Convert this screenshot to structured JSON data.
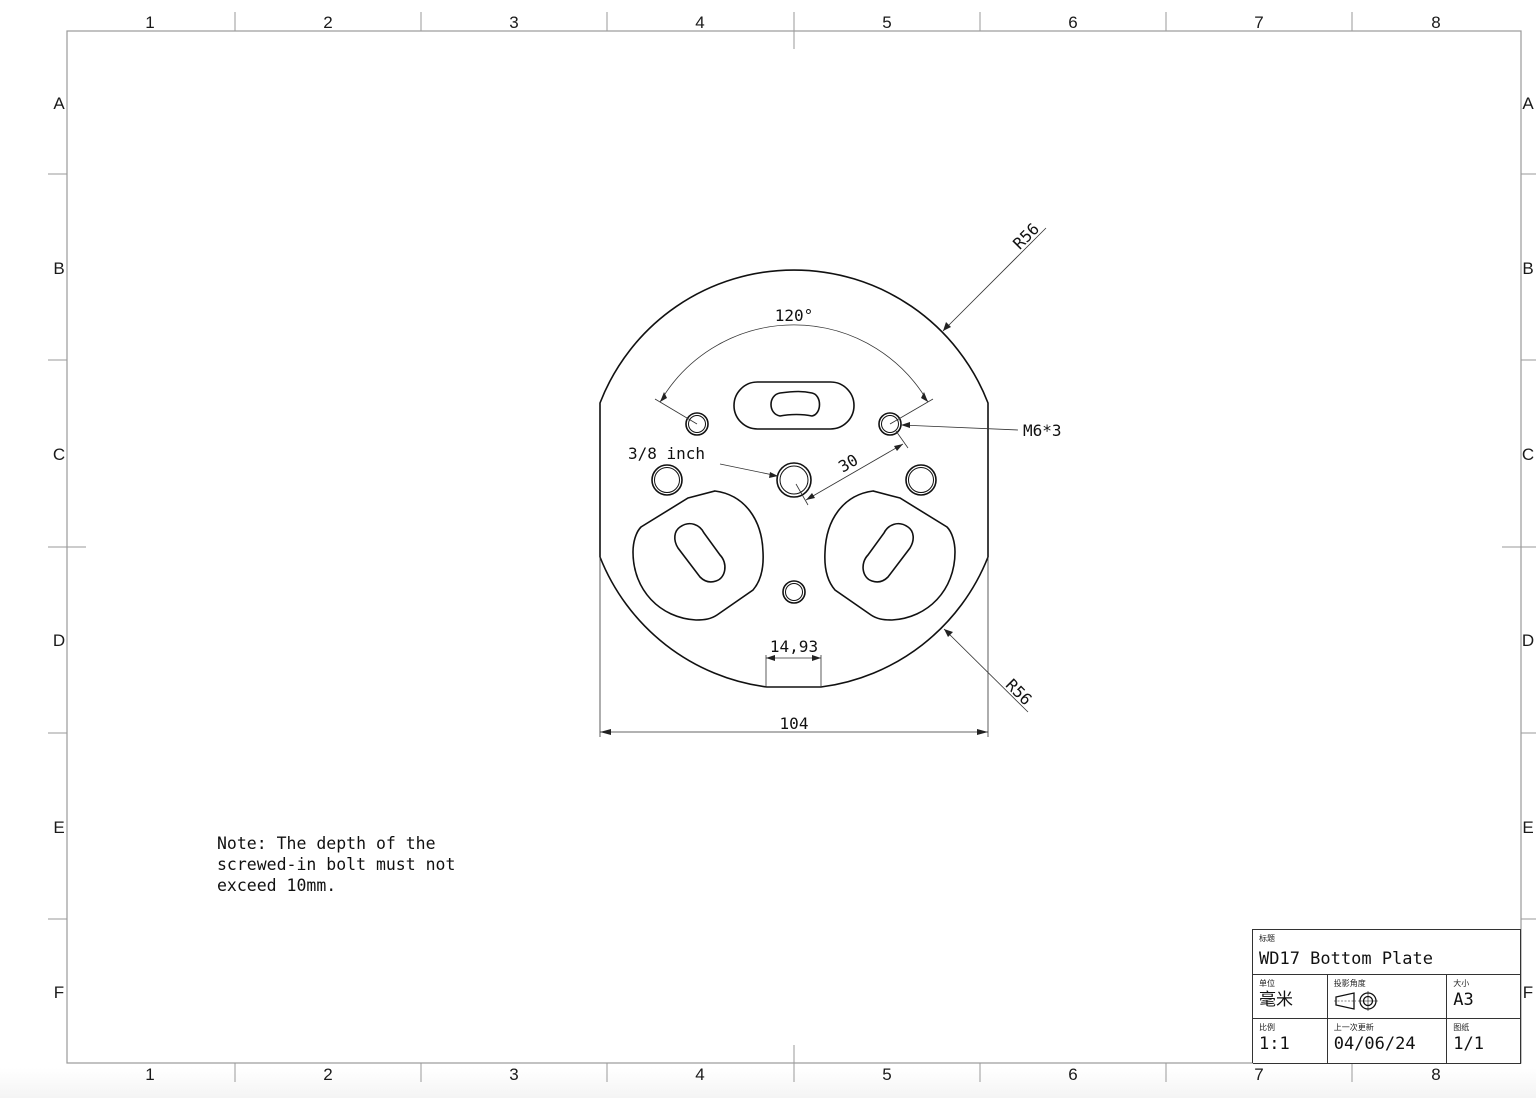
{
  "sheet": {
    "columns": [
      "1",
      "2",
      "3",
      "4",
      "5",
      "6",
      "7",
      "8"
    ],
    "rows": [
      "A",
      "B",
      "C",
      "D",
      "E",
      "F"
    ]
  },
  "drawing": {
    "part_name": "WD17 Bottom Plate",
    "dimensions": {
      "radius_top": "R56",
      "radius_bottom": "R56",
      "angle": "120°",
      "thread_callout": "M6*3",
      "center_hole": "3/8 inch",
      "bolt_circle_radius": "30",
      "notch_width": "14,93",
      "overall_width": "104"
    }
  },
  "note": {
    "lines": [
      "Note: The depth of the",
      "screwed-in bolt must not",
      "exceed 10mm."
    ]
  },
  "title_block": {
    "title_label": "标题",
    "title_value": "WD17 Bottom Plate",
    "unit_label": "单位",
    "unit_value": "毫米",
    "projection_label": "投影角度",
    "projection_icon": "first-angle-projection-symbol",
    "size_label": "大小",
    "size_value": "A3",
    "scale_label": "比例",
    "scale_value": "1:1",
    "updated_label": "上一次更新",
    "updated_value": "04/06/24",
    "sheet_label": "图纸",
    "sheet_value": "1/1"
  },
  "colors": {
    "frame": "#9a9a9a",
    "linework": "#111111",
    "background": "#ffffff"
  }
}
